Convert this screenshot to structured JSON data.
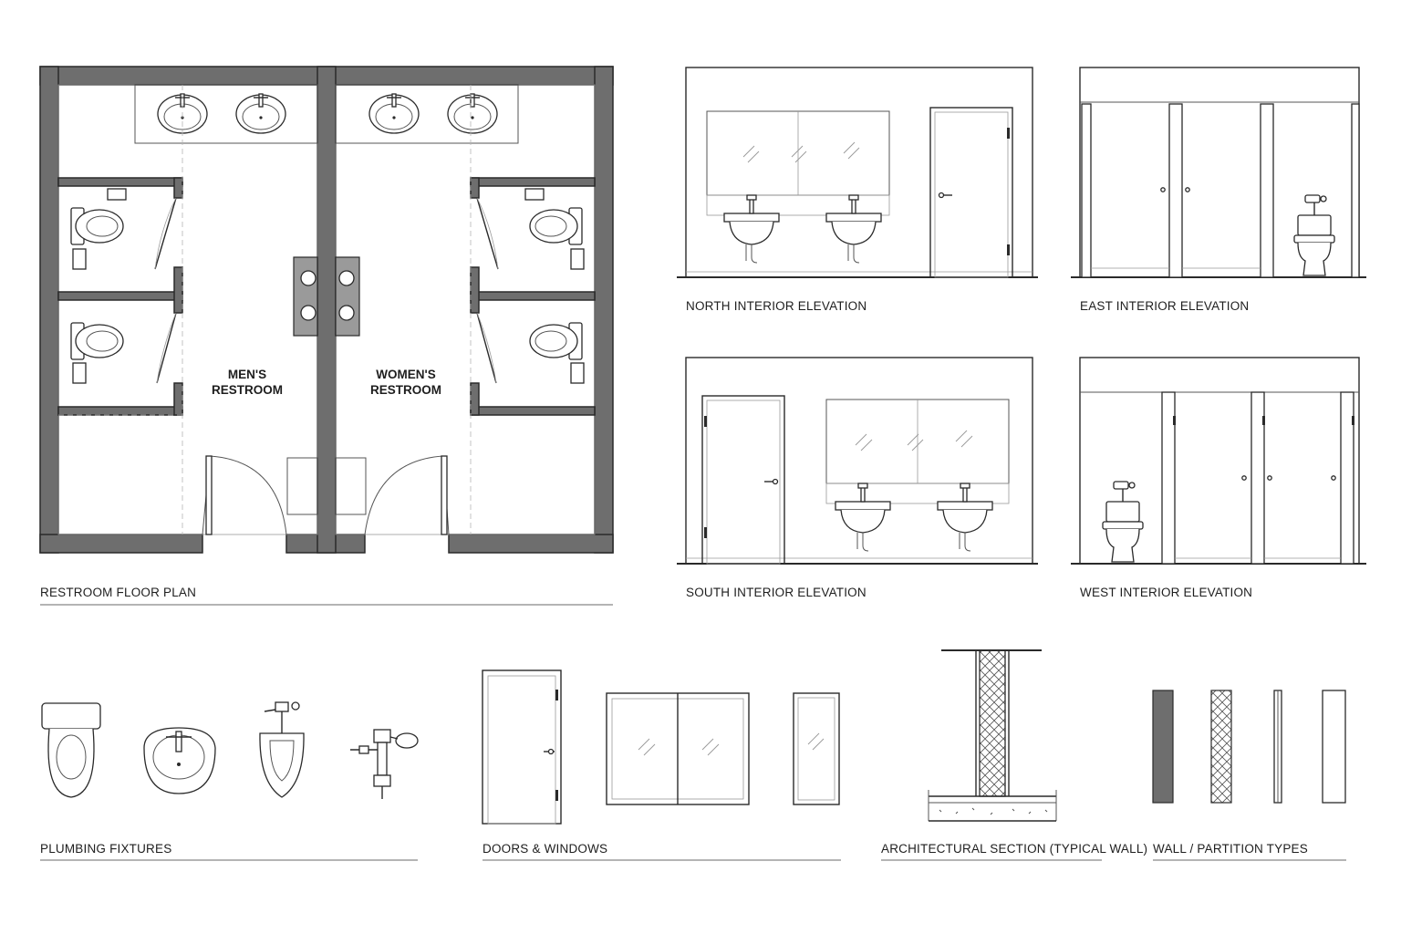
{
  "labels": {
    "floor_plan": "RESTROOM FLOOR PLAN",
    "north": "NORTH INTERIOR ELEVATION",
    "east": "EAST INTERIOR ELEVATION",
    "south": "SOUTH INTERIOR ELEVATION",
    "west": "WEST INTERIOR ELEVATION",
    "plumbing": "PLUMBING FIXTURES",
    "doors_windows": "DOORS & WINDOWS",
    "section": "ARCHITECTURAL SECTION (TYPICAL WALL)",
    "partitions": "WALL / PARTITION TYPES"
  },
  "rooms": {
    "mens_line1": "MEN'S",
    "mens_line2": "RESTROOM",
    "womens_line1": "WOMEN'S",
    "womens_line2": "RESTROOM"
  },
  "colors": {
    "wall_fill": "#6e6e6e",
    "line": "#2a2a2a"
  }
}
